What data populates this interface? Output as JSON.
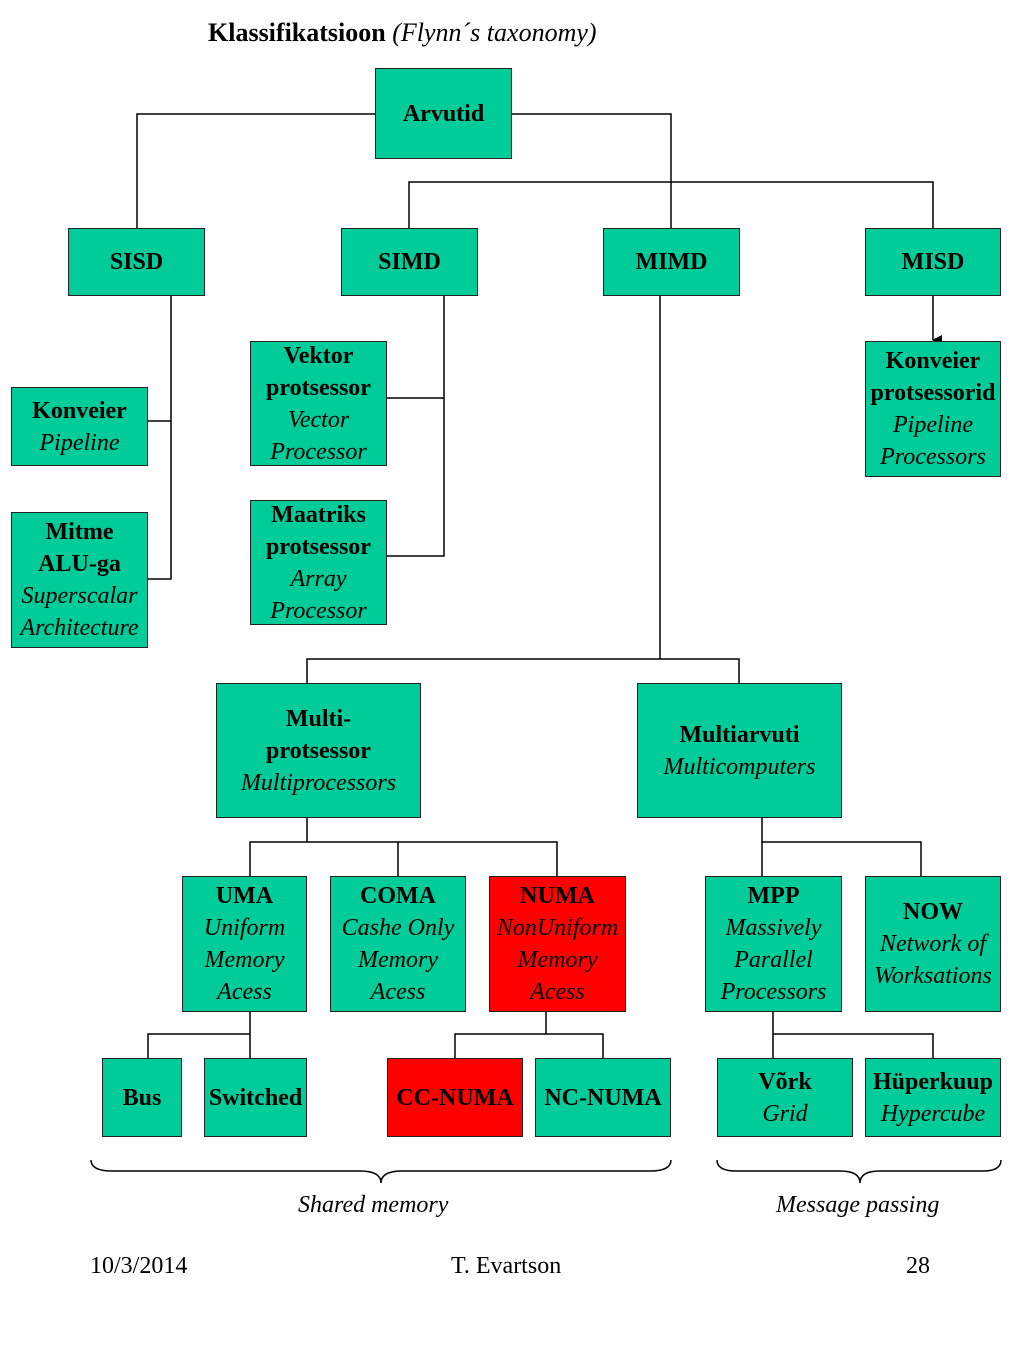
{
  "title": {
    "main": "Klassifikatsioon",
    "sub": "(Flynn´s taxonomy)"
  },
  "colors": {
    "node": "#00cc99",
    "highlight": "#ff0000",
    "line": "#000000"
  },
  "nodes": {
    "root": {
      "bold": "Arvutid"
    },
    "sisd": {
      "bold": "SISD"
    },
    "simd": {
      "bold": "SIMD"
    },
    "mimd": {
      "bold": "MIMD"
    },
    "misd": {
      "bold": "MISD"
    },
    "konveier": {
      "bold1": "Konveier",
      "italic1": "Pipeline"
    },
    "mitme_alu": {
      "bold1": "Mitme",
      "bold2": "ALU-ga",
      "italic1": "Superscalar",
      "italic2": "Architecture"
    },
    "vektor": {
      "bold1": "Vektor",
      "bold2": "protsessor",
      "italic1": "Vector",
      "italic2": "Processor"
    },
    "maatriks": {
      "bold1": "Maatriks",
      "bold2": "protsessor",
      "italic1": "Array",
      "italic2": "Processor"
    },
    "konveier_protsessorid": {
      "bold1": "Konveier",
      "bold2": "protsessorid",
      "italic1": "Pipeline",
      "italic2": "Processors"
    },
    "multiprotsessor": {
      "bold1": "Multi-",
      "bold2": "protsessor",
      "italic1": "Multiprocessors"
    },
    "multiarvuti": {
      "bold1": "Multiarvuti",
      "italic1": "Multicomputers"
    },
    "uma": {
      "bold1": "UMA",
      "italic1": "Uniform",
      "italic2": "Memory",
      "italic3": "Acess",
      "highlighted": false
    },
    "coma": {
      "bold1": "COMA",
      "italic1": "Cashe Only",
      "italic2": "Memory",
      "italic3": "Acess",
      "highlighted": false
    },
    "numa": {
      "bold1": "NUMA",
      "italic1": "NonUniform",
      "italic2": "Memory",
      "italic3": "Acess",
      "highlighted": true
    },
    "mpp": {
      "bold1": "MPP",
      "italic1": "Massively",
      "italic2": "Parallel",
      "italic3": "Processors"
    },
    "now": {
      "bold1": "NOW",
      "italic1": "Network of",
      "italic2": "Worksations"
    },
    "bus": {
      "bold": "Bus"
    },
    "switched": {
      "bold": "Switched"
    },
    "cc_numa": {
      "bold": "CC-NUMA",
      "highlighted": true
    },
    "nc_numa": {
      "bold": "NC-NUMA",
      "highlighted": false
    },
    "vork": {
      "bold1": "Võrk",
      "italic1": "Grid"
    },
    "hyperkuup": {
      "bold1": "Hüperkuup",
      "italic1": "Hypercube"
    }
  },
  "captions": {
    "shared": "Shared memory",
    "message": "Message passing"
  },
  "footer": {
    "date": "10/3/2014",
    "author": "T. Evartson",
    "page": "28"
  }
}
